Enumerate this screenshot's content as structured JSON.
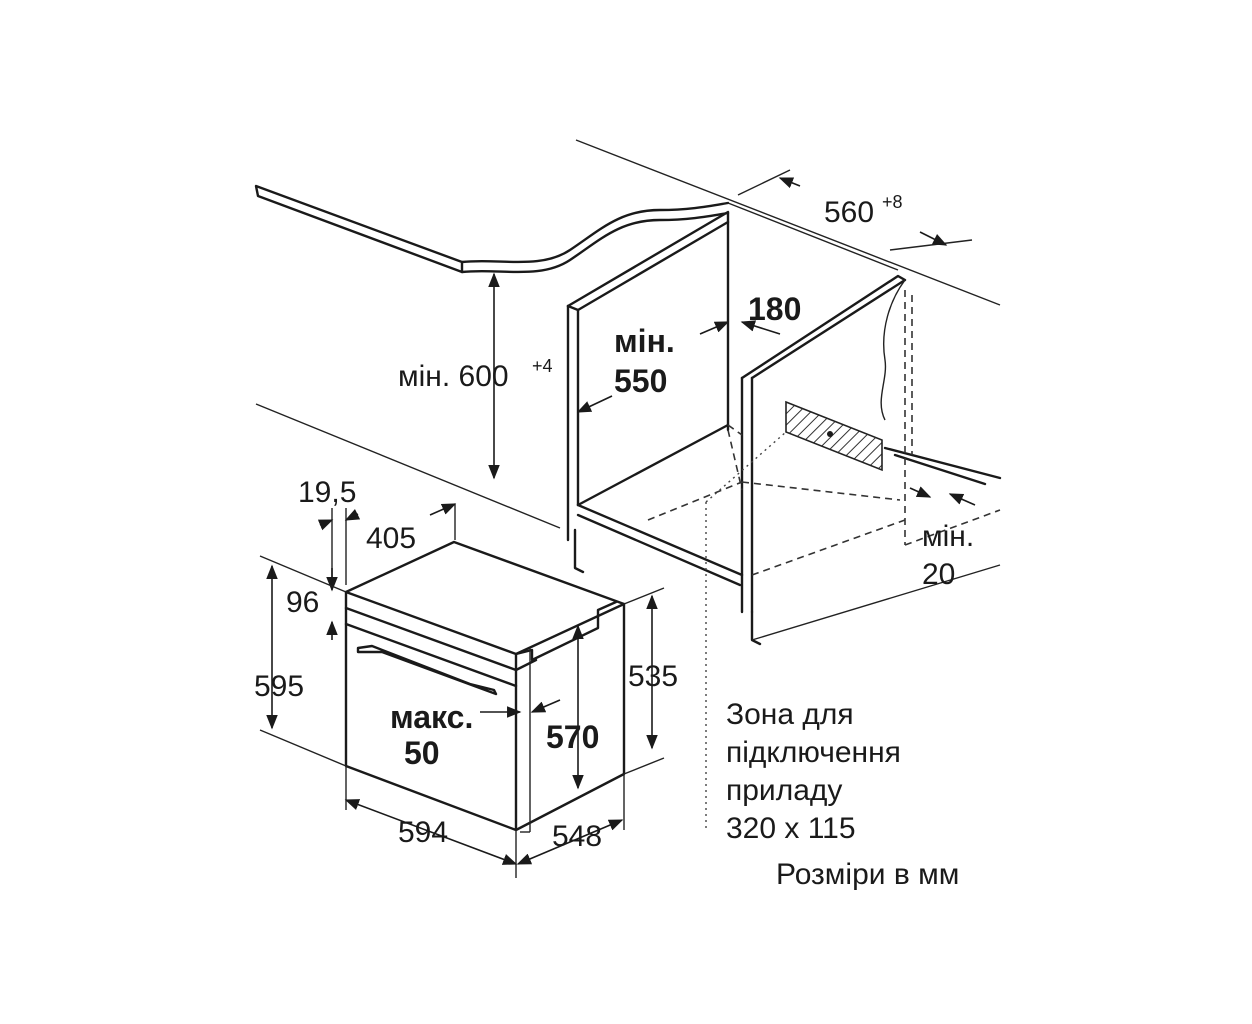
{
  "dimensions": {
    "niche_width": "560",
    "niche_width_tol": "+8",
    "min_height_prefix": "мін. 600",
    "min_height_tol": "+4",
    "min_depth_label": "мін.",
    "min_depth_value": "550",
    "rear_gap": "180",
    "bottom_gap_label": "мін.",
    "bottom_gap_value": "20",
    "front_offset": "19,5",
    "door_top": "405",
    "top_panel": "96",
    "total_height": "595",
    "max_label": "макс.",
    "max_value": "50",
    "inner_height": "570",
    "side_height": "535",
    "width": "594",
    "depth": "548"
  },
  "notes": {
    "zone_line1": "Зона для",
    "zone_line2": "підключення",
    "zone_line3": "приладу",
    "zone_line4": "320 x 115",
    "units": "Розміри в мм"
  }
}
